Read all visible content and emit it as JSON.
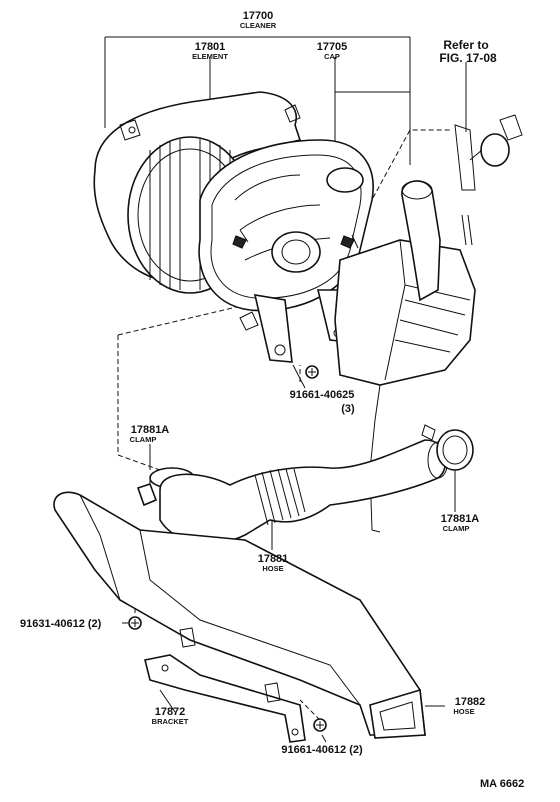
{
  "labels": {
    "cleaner": {
      "number": "17700",
      "name": "CLEANER"
    },
    "element": {
      "number": "17801",
      "name": "ELEMENT"
    },
    "cap": {
      "number": "17705",
      "name": "CAP"
    },
    "refer": {
      "line1": "Refer to",
      "line2": "FIG. 17-08"
    },
    "bolt_cap": {
      "number": "91661-40625",
      "qty": "(3)"
    },
    "clamp_left": {
      "number": "17881A",
      "name": "CLAMP"
    },
    "clamp_right": {
      "number": "17881A",
      "name": "CLAMP"
    },
    "hose": {
      "number": "17881",
      "name": "HOSE"
    },
    "bolt_left": {
      "text": "91631-40612 (2)"
    },
    "bracket": {
      "number": "17872",
      "name": "BRACKET"
    },
    "hose_duct": {
      "number": "17882",
      "name": "HOSE"
    },
    "bolt_bottom": {
      "text": "91661-40612 (2)"
    },
    "figure_code": "MA 6662"
  },
  "icons": [
    "bolt-marker-icon"
  ]
}
